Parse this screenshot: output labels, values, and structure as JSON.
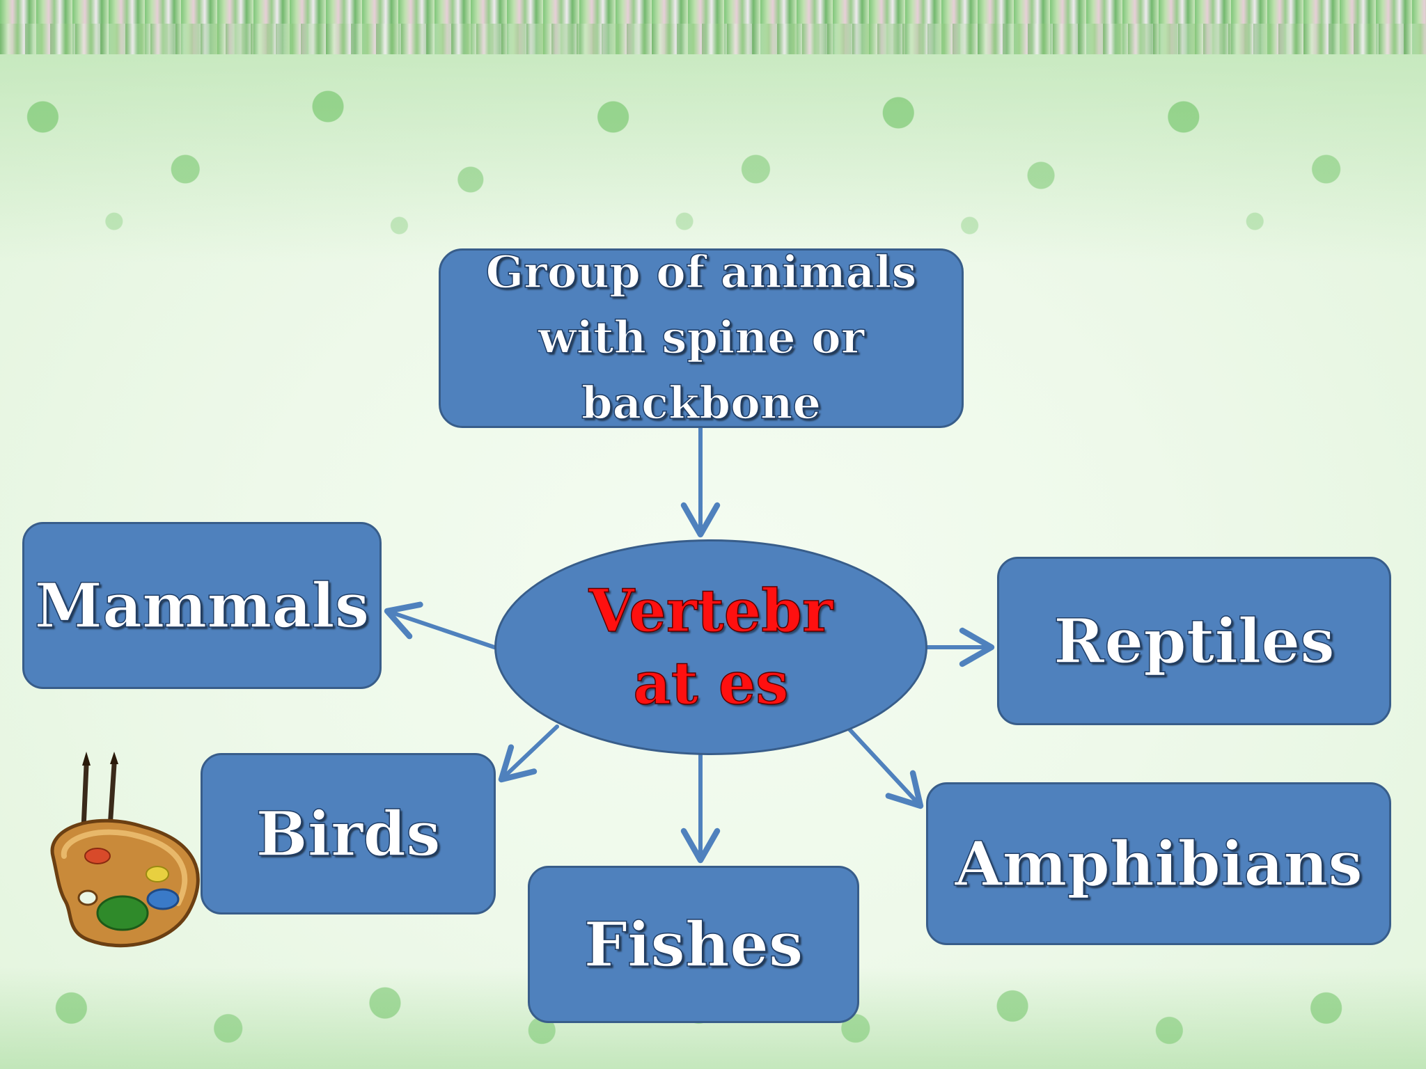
{
  "diagram": {
    "source_node": {
      "label": "Group of animals with spine or backbone"
    },
    "center_node": {
      "label": "Vertebrat es"
    },
    "categories": {
      "mammals": "Mammals",
      "reptiles": "Reptiles",
      "birds": "Birds",
      "fishes": "Fishes",
      "amphibians": "Amphibians"
    }
  },
  "colors": {
    "node_fill": "#4f81bd",
    "node_border": "#385d8a",
    "connector": "#4f81bd",
    "center_text": "#ff1010",
    "node_text": "#ffffff",
    "background": "#eaf7e6"
  },
  "decorations": {
    "clipart": "paint-palette-with-brushes-icon"
  }
}
